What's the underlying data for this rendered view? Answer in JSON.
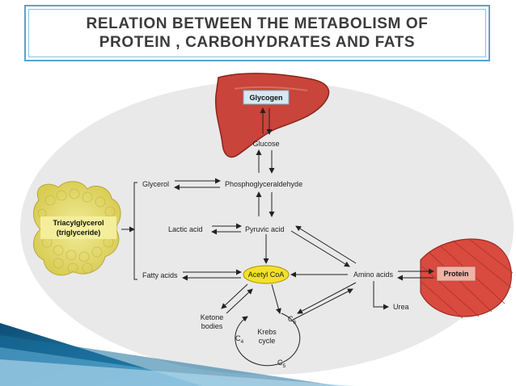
{
  "title": {
    "line1": "RELATION BETWEEN THE METABOLISM OF",
    "line2": "PROTEIN , CARBOHYDRATES AND FATS"
  },
  "diagram": {
    "glycogen": "Glycogen",
    "glucose": "Glucose",
    "glycerol": "Glycerol",
    "phosphoglyceraldehyde": "Phosphoglyceraldehyde",
    "triacylglycerol": "Triacylglycerol",
    "triglyceride": "(triglyceride)",
    "lactic_acid": "Lactic acid",
    "pyruvic_acid": "Pyruvic acid",
    "fatty_acids": "Fatty acids",
    "acetyl_coa": "Acetyl CoA",
    "amino_acids": "Amino acids",
    "protein": "Protein",
    "urea": "Urea",
    "ketone": "Ketone",
    "bodies": "bodies",
    "krebs": "Krebs",
    "cycle": "cycle",
    "c6": "C",
    "c6_sub": "6",
    "c4": "C",
    "c4_sub": "4",
    "c5": "C",
    "c5_sub": "5"
  },
  "colors": {
    "liver": "#c9443a",
    "fat": "#e8df73",
    "muscle": "#d94a3f",
    "acetyl_highlight": "#f3e02a",
    "background_oval": "#e9e9e9",
    "title_border": "#5ba3c9"
  }
}
